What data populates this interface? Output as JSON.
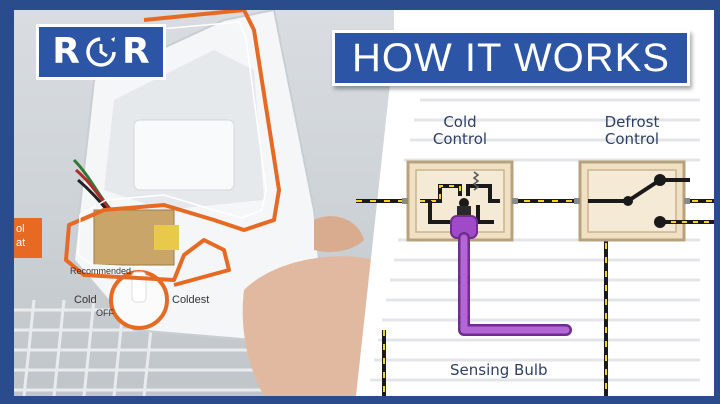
{
  "logo": {
    "left_letter": "R",
    "right_letter": "R",
    "icon": "clock-wrench-icon"
  },
  "header": {
    "title": "HOW IT WORKS"
  },
  "diagram": {
    "cold_control_label": "Cold\nControl",
    "defrost_control_label": "Defrost\nControl",
    "sensing_bulb_label": "Sensing Bulb"
  },
  "photo": {
    "tag_text": "ol\nat",
    "dial_recommended": "Recommended",
    "dial_cold": "Cold",
    "dial_coldest": "Coldest",
    "dial_off": "OFF"
  },
  "colors": {
    "brand_blue": "#2d55a6",
    "highlight_orange": "#e66a24",
    "bulb_purple": "#a14ac9",
    "box_beige": "#f0e0c4"
  }
}
